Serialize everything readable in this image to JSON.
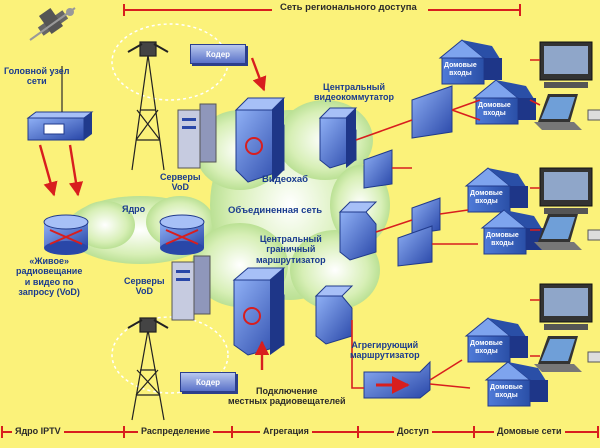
{
  "top_label": "Сеть регионального доступа",
  "labels": {
    "head_node": "Головной узел\nсети",
    "core": "Ядро",
    "live_broadcast": "«Живое»\nрадиовещание\nи видео по\nзапросу (VoD)",
    "vod_servers_top": "Серверы\nVoD",
    "vod_servers_bottom": "Серверы\nVoD",
    "videohub": "Видеохаб",
    "unified_network": "Объединенная сеть",
    "central_video_switch": "Центральный\nвидеокоммутатор",
    "central_border_router": "Центральный\nграничный\nмаршрутизатор",
    "aggregating_router": "Агрегирующий\nмаршрутизатор",
    "local_broadcasters": "Подключение\nместных радиовещателей",
    "coder_top": "Кодер",
    "coder_bottom": "Кодер",
    "house_inputs": "Домовые\nвходы"
  },
  "bottom_segments": [
    "Ядро IPTV",
    "Распределение",
    "Агрегация",
    "Доступ",
    "Домовые сети"
  ],
  "colors": {
    "background": "#fbf27a",
    "text": "#1a3b8f",
    "arrows": "#d81e1e",
    "cloud": "#bfe39a",
    "device": "#4f6fd0"
  }
}
